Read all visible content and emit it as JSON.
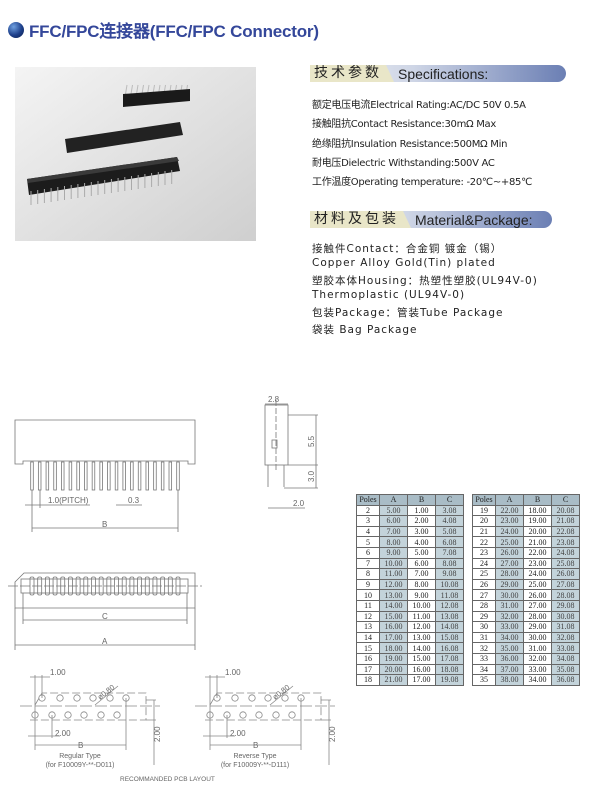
{
  "title": "FFC/FPC连接器(FFC/FPC Connector)",
  "specifications": {
    "header_cn": "技术参数",
    "header_en": "Specifications:",
    "lines": [
      "额定电压电流Electrical Rating:AC/DC 50V 0.5A",
      "接触阻抗Contact Resistance:30mΩ Max",
      "绝缘阻抗Insulation Resistance:500MΩ Min",
      "耐电压Dielectric Withstanding:500V AC",
      "工作温度Operating temperature: -20℃~+85℃"
    ]
  },
  "material": {
    "header_cn": "材料及包装",
    "header_en": "Material&Package:",
    "lines": [
      "接触件Contact：合金铜 镀金（锡）",
      "Copper Alloy Gold(Tin) plated",
      "塑胶本体Housing：热塑性塑胶(UL94V-0)",
      "Thermoplastic (UL94V-0)",
      "包装Package：管装Tube Package",
      "袋装 Bag Package"
    ]
  },
  "drawing": {
    "pitch": "1.0(PITCH)",
    "pin_width": "0.3",
    "dim_b": "B",
    "dim_c": "C",
    "dim_a": "A",
    "side_width": "2.8",
    "side_height": "5.5",
    "side_pin": "3.0",
    "side_offset": "2.0",
    "pcb_pitch": "1.00",
    "pcb_hole": "ø0.80",
    "pcb_row_pitch": "2.00",
    "pcb_row_gap": "2.00",
    "pcb_b": "B",
    "regular_type": "Regular Type",
    "regular_part": "(for F10009Y-**-D011)",
    "reverse_type": "Reverse Type",
    "reverse_part": "(for F10009Y-**-D111)",
    "pcb_caption": "RECOMMANDED PCB LAYOUT"
  },
  "tables": {
    "columns": [
      "Poles",
      "A",
      "B",
      "C"
    ],
    "left": [
      [
        "2",
        "5.00",
        "1.00",
        "3.08"
      ],
      [
        "3",
        "6.00",
        "2.00",
        "4.08"
      ],
      [
        "4",
        "7.00",
        "3.00",
        "5.08"
      ],
      [
        "5",
        "8.00",
        "4.00",
        "6.08"
      ],
      [
        "6",
        "9.00",
        "5.00",
        "7.08"
      ],
      [
        "7",
        "10.00",
        "6.00",
        "8.08"
      ],
      [
        "8",
        "11.00",
        "7.00",
        "9.08"
      ],
      [
        "9",
        "12.00",
        "8.00",
        "10.08"
      ],
      [
        "10",
        "13.00",
        "9.00",
        "11.08"
      ],
      [
        "11",
        "14.00",
        "10.00",
        "12.08"
      ],
      [
        "12",
        "15.00",
        "11.00",
        "13.08"
      ],
      [
        "13",
        "16.00",
        "12.00",
        "14.08"
      ],
      [
        "14",
        "17.00",
        "13.00",
        "15.08"
      ],
      [
        "15",
        "18.00",
        "14.00",
        "16.08"
      ],
      [
        "16",
        "19.00",
        "15.00",
        "17.08"
      ],
      [
        "17",
        "20.00",
        "16.00",
        "18.08"
      ],
      [
        "18",
        "21.00",
        "17.00",
        "19.08"
      ]
    ],
    "right": [
      [
        "19",
        "22.00",
        "18.00",
        "20.08"
      ],
      [
        "20",
        "23.00",
        "19.00",
        "21.08"
      ],
      [
        "21",
        "24.00",
        "20.00",
        "22.08"
      ],
      [
        "22",
        "25.00",
        "21.00",
        "23.08"
      ],
      [
        "23",
        "26.00",
        "22.00",
        "24.08"
      ],
      [
        "24",
        "27.00",
        "23.00",
        "25.08"
      ],
      [
        "25",
        "28.00",
        "24.00",
        "26.08"
      ],
      [
        "26",
        "29.00",
        "25.00",
        "27.08"
      ],
      [
        "27",
        "30.00",
        "26.00",
        "28.08"
      ],
      [
        "28",
        "31.00",
        "27.00",
        "29.08"
      ],
      [
        "29",
        "32.00",
        "28.00",
        "30.08"
      ],
      [
        "30",
        "33.00",
        "29.00",
        "31.08"
      ],
      [
        "31",
        "34.00",
        "30.00",
        "32.08"
      ],
      [
        "32",
        "35.00",
        "31.00",
        "33.08"
      ],
      [
        "33",
        "36.00",
        "32.00",
        "34.08"
      ],
      [
        "34",
        "37.00",
        "33.00",
        "35.08"
      ],
      [
        "35",
        "38.00",
        "34.00",
        "36.08"
      ]
    ]
  }
}
